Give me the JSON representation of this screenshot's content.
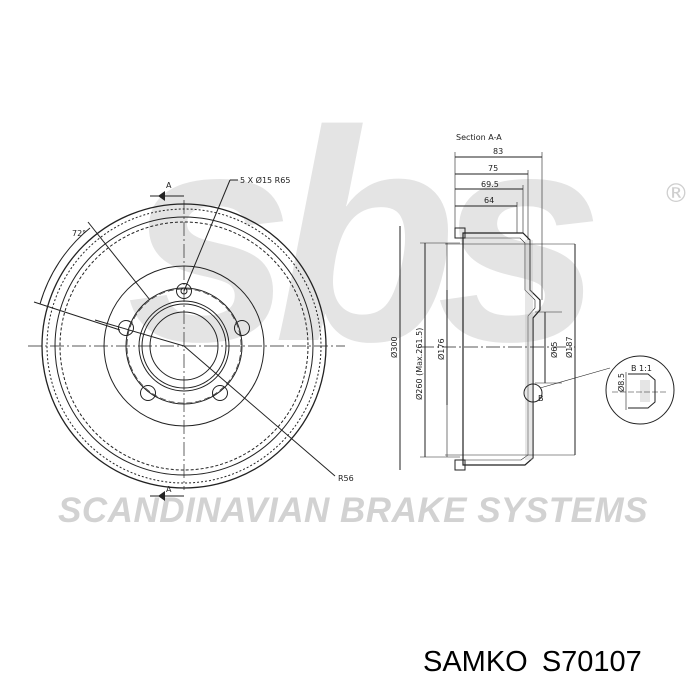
{
  "watermark": {
    "logo_letters": "sbs",
    "registered_mark": "®",
    "company": "SCANDINAVIAN BRAKE SYSTEMS"
  },
  "front_view": {
    "section_marker": "A",
    "angle_label": "72°",
    "hole_spec": "5 X Ø15 R65",
    "radius_label": "R56"
  },
  "section_view": {
    "title": "Section A-A",
    "dims_top": [
      "83",
      "75",
      "69.5",
      "64"
    ],
    "dims_vertical": [
      "Ø300",
      "Ø260 (Max.261.5)",
      "Ø176",
      "Ø65",
      "Ø187"
    ],
    "detail_marker": "B"
  },
  "detail_view": {
    "label": "B 1:1",
    "dim": "Ø8.5"
  },
  "product": {
    "brand": "SAMKO",
    "part_number": "S70107"
  }
}
